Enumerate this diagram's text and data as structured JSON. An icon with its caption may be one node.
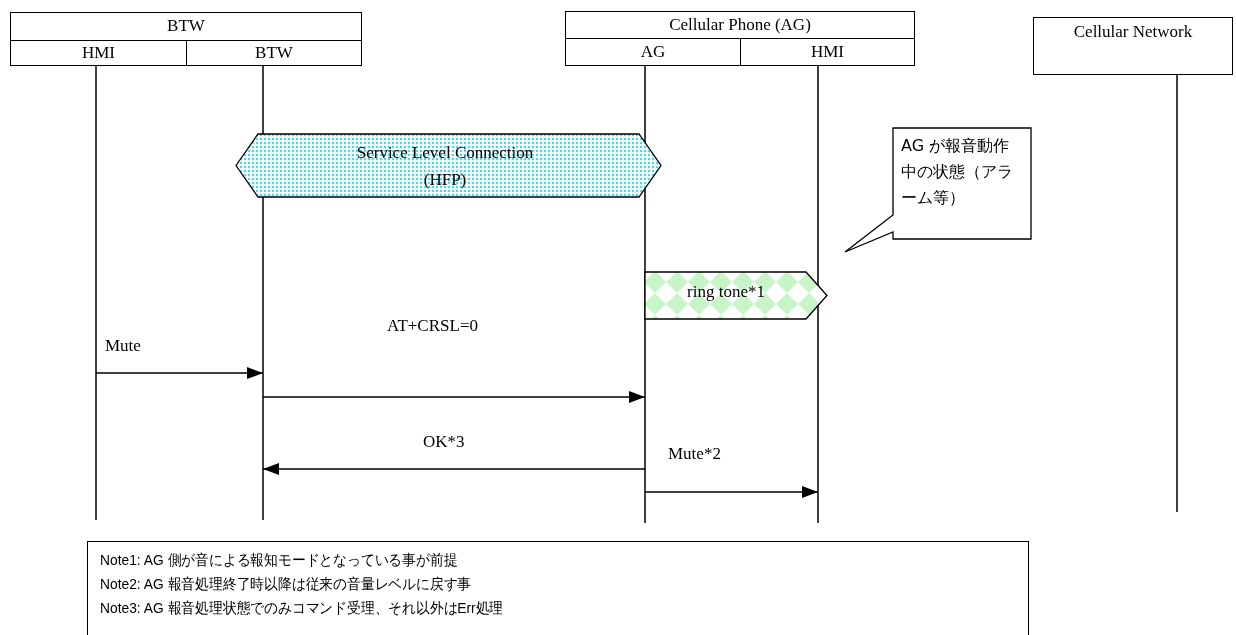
{
  "diagram": {
    "nodes": [
      {
        "text": [
          "BTW"
        ]
      },
      {
        "text": [
          "HMI"
        ]
      },
      {
        "text": [
          "BTW"
        ]
      },
      {
        "text": [
          "Cellular Phone (AG)"
        ]
      },
      {
        "text": [
          "AG"
        ]
      },
      {
        "text": [
          "HMI"
        ]
      },
      {
        "text": [
          "Cellular Network"
        ]
      },
      {
        "text": [
          "Service Level Connection (HFP)"
        ]
      },
      {
        "text": [
          "AG が報音動作中の状態（アラーム等）"
        ]
      },
      {
        "text": [
          "ring tone*1"
        ]
      },
      {
        "text": [
          "Note1: AG 側が音による報知モードとなっている事が前提",
          "Note2: AG 報音処理終了時以降は従来の音量レベルに戻す事",
          "Note3: AG 報音処理状態でのみコマンド受理、それ以外はErr処理"
        ]
      }
    ],
    "edges": [
      {
        "from": 1,
        "to": 2,
        "arrow": "to",
        "label": "Mute"
      },
      {
        "from": 2,
        "to": 4,
        "arrow": "to",
        "label": "AT+CRSL=0"
      },
      {
        "from": 4,
        "to": 2,
        "arrow": "to",
        "label": "OK*3"
      },
      {
        "from": 4,
        "to": 5,
        "arrow": "to",
        "label": "Mute*2"
      }
    ]
  }
}
